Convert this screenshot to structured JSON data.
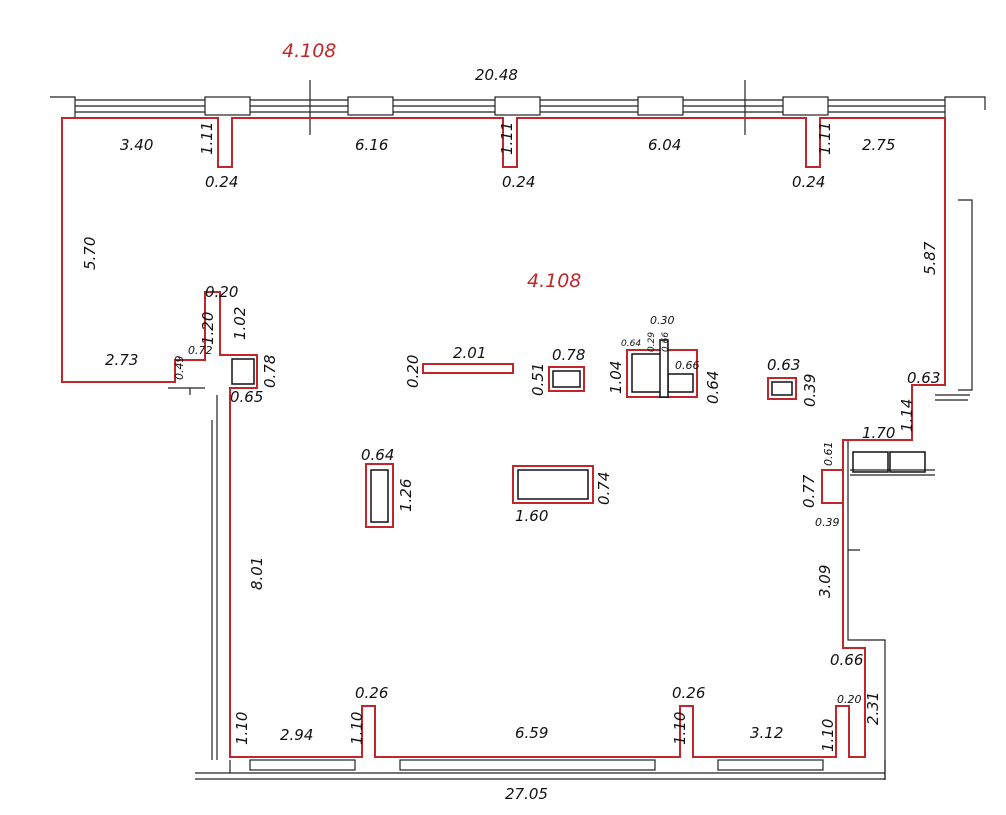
{
  "plan": {
    "level_label_top": "4.108",
    "level_label_center": "4.108",
    "overall_top": "20.48",
    "overall_bottom": "27.05",
    "outline_color": "#c0262a",
    "dimensions": [
      "3.40",
      "1.11",
      "0.24",
      "6.16",
      "1.11",
      "0.24",
      "6.04",
      "1.11",
      "0.24",
      "2.75",
      "5.70",
      "5.87",
      "0.20",
      "1.20",
      "1.02",
      "0.72",
      "0.49",
      "2.73",
      "0.78",
      "0.65",
      "0.20",
      "2.01",
      "0.78",
      "0.51",
      "0.64",
      "0.29",
      "0.30",
      "0.66",
      "0.66",
      "1.04",
      "0.64",
      "0.63",
      "0.39",
      "0.63",
      "1.14",
      "1.70",
      "0.61",
      "0.77",
      "0.39",
      "0.64",
      "1.26",
      "0.74",
      "1.60",
      "8.01",
      "3.09",
      "0.66",
      "0.20",
      "2.31",
      "0.26",
      "0.26",
      "1.10",
      "2.94",
      "1.10",
      "6.59",
      "1.10",
      "3.12",
      "1.10"
    ]
  }
}
